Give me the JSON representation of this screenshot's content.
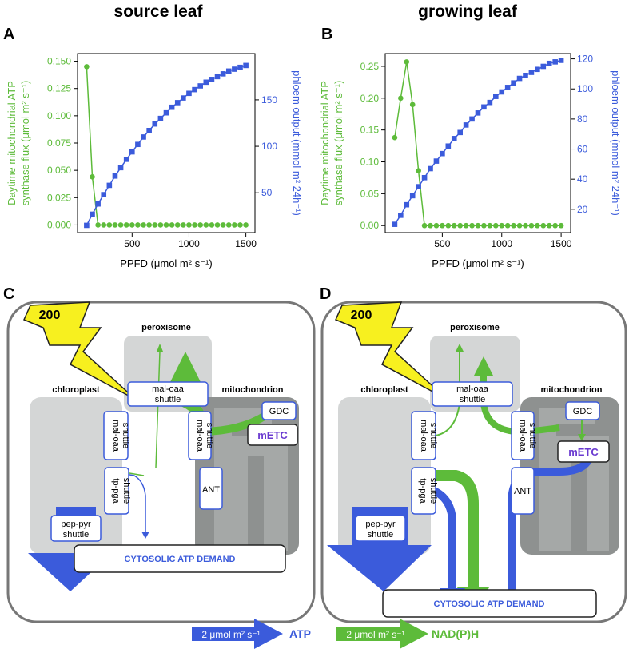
{
  "header": {
    "left": "source leaf",
    "right": "growing leaf"
  },
  "panel_letters": {
    "a": "A",
    "b": "B",
    "c": "C",
    "d": "D"
  },
  "colors": {
    "green": "#5dbb3a",
    "blue": "#3b5bdb",
    "compartment": "#d4d6d6",
    "mito": "#8e9190",
    "cell_border": "#777777",
    "bolt": "#f7f01f",
    "demand_text": "#3b5bdb",
    "metc_text": "#6a3ad0"
  },
  "chart_data": [
    {
      "type": "line",
      "title": "",
      "xlabel": "PPFD (μmol m² s⁻¹)",
      "ylabel_left": "Daytime mitochondrial ATP synthase flux (μmol m² s⁻¹)",
      "ylabel_right": "phloem output (mmol m² 24h⁻¹)",
      "xlim": [
        20,
        1580
      ],
      "ylim_left": [
        -0.007,
        0.157
      ],
      "ylim_right": [
        7.2,
        199.8
      ],
      "xticks": [
        "500",
        "1000",
        "1500"
      ],
      "yticks_left": [
        "0.000",
        "0.025",
        "0.050",
        "0.075",
        "0.100",
        "0.125",
        "0.150"
      ],
      "yticks_right": [
        "50",
        "100",
        "150"
      ],
      "grid": false,
      "series": [
        {
          "axis": "left",
          "color": "#5dbb3a",
          "marker": "circle",
          "x": [
            100,
            150,
            200,
            250,
            300,
            350,
            400,
            450,
            500,
            550,
            600,
            650,
            700,
            750,
            800,
            850,
            900,
            950,
            1000,
            1050,
            1100,
            1150,
            1200,
            1250,
            1300,
            1350,
            1400,
            1450,
            1500
          ],
          "y": [
            0.145,
            0.044,
            0,
            0,
            0,
            0,
            0,
            0,
            0,
            0,
            0,
            0,
            0,
            0,
            0,
            0,
            0,
            0,
            0,
            0,
            0,
            0,
            0,
            0,
            0,
            0,
            0,
            0,
            0
          ]
        },
        {
          "axis": "right",
          "color": "#3b5bdb",
          "marker": "square",
          "x": [
            100,
            150,
            200,
            250,
            300,
            350,
            400,
            450,
            500,
            550,
            600,
            650,
            700,
            750,
            800,
            850,
            900,
            950,
            1000,
            1050,
            1100,
            1150,
            1200,
            1250,
            1300,
            1350,
            1400,
            1450,
            1500
          ],
          "y": [
            15,
            27,
            38,
            48,
            58,
            68,
            77,
            86,
            94,
            102,
            110,
            117,
            124,
            130,
            136,
            142,
            147,
            152,
            157,
            161,
            165,
            169,
            172,
            175,
            178,
            181,
            183,
            185,
            187
          ]
        }
      ]
    },
    {
      "type": "line",
      "title": "",
      "xlabel": "PPFD (μmol m² s⁻¹)",
      "ylabel_left": "Daytime mitochondrial ATP synthase flux (μmol m² s⁻¹)",
      "ylabel_right": "phloem output (mmol m² 24h⁻¹)",
      "xlim": [
        20,
        1580
      ],
      "ylim_left": [
        -0.011,
        0.27
      ],
      "ylim_right": [
        4.5,
        123.5
      ],
      "xticks": [
        "500",
        "1000",
        "1500"
      ],
      "yticks_left": [
        "0.00",
        "0.05",
        "0.10",
        "0.15",
        "0.20",
        "0.25"
      ],
      "yticks_right": [
        "20",
        "40",
        "60",
        "80",
        "100",
        "120"
      ],
      "grid": false,
      "series": [
        {
          "axis": "left",
          "color": "#5dbb3a",
          "marker": "circle",
          "x": [
            100,
            150,
            200,
            250,
            300,
            350,
            400,
            450,
            500,
            550,
            600,
            650,
            700,
            750,
            800,
            850,
            900,
            950,
            1000,
            1050,
            1100,
            1150,
            1200,
            1250,
            1300,
            1350,
            1400,
            1450,
            1500
          ],
          "y": [
            0.138,
            0.2,
            0.257,
            0.19,
            0.086,
            0,
            0,
            0,
            0,
            0,
            0,
            0,
            0,
            0,
            0,
            0,
            0,
            0,
            0,
            0,
            0,
            0,
            0,
            0,
            0,
            0,
            0,
            0,
            0
          ]
        },
        {
          "axis": "right",
          "color": "#3b5bdb",
          "marker": "square",
          "x": [
            100,
            150,
            200,
            250,
            300,
            350,
            400,
            450,
            500,
            550,
            600,
            650,
            700,
            750,
            800,
            850,
            900,
            950,
            1000,
            1050,
            1100,
            1150,
            1200,
            1250,
            1300,
            1350,
            1400,
            1450,
            1500
          ],
          "y": [
            10,
            16,
            23,
            29,
            35,
            41,
            47,
            52,
            57,
            62,
            67,
            71,
            76,
            80,
            84,
            88,
            91,
            95,
            98,
            101,
            104,
            107,
            109,
            111,
            113,
            115,
            117,
            118,
            119
          ]
        }
      ]
    }
  ],
  "diagram": {
    "bolt_value": "200",
    "labels": {
      "peroxisome": "peroxisome",
      "chloroplast": "chloroplast",
      "mitochondrion": "mitochondrion"
    },
    "shuttles": {
      "mal_oaa_line1": "mal-oaa",
      "shuttle": "shuttle",
      "tp_pga": "tp-pga",
      "pep_pyr": "pep-pyr",
      "gdc": "GDC",
      "metc": "mETC",
      "ant": "ANT"
    },
    "demand": "CYTOSOLIC ATP DEMAND"
  },
  "legend": {
    "atp_box": "2 μmol m² s⁻¹",
    "atp_label": "ATP",
    "nadph_box": "2 μmol m² s⁻¹",
    "nadph_label": "NAD(P)H"
  }
}
